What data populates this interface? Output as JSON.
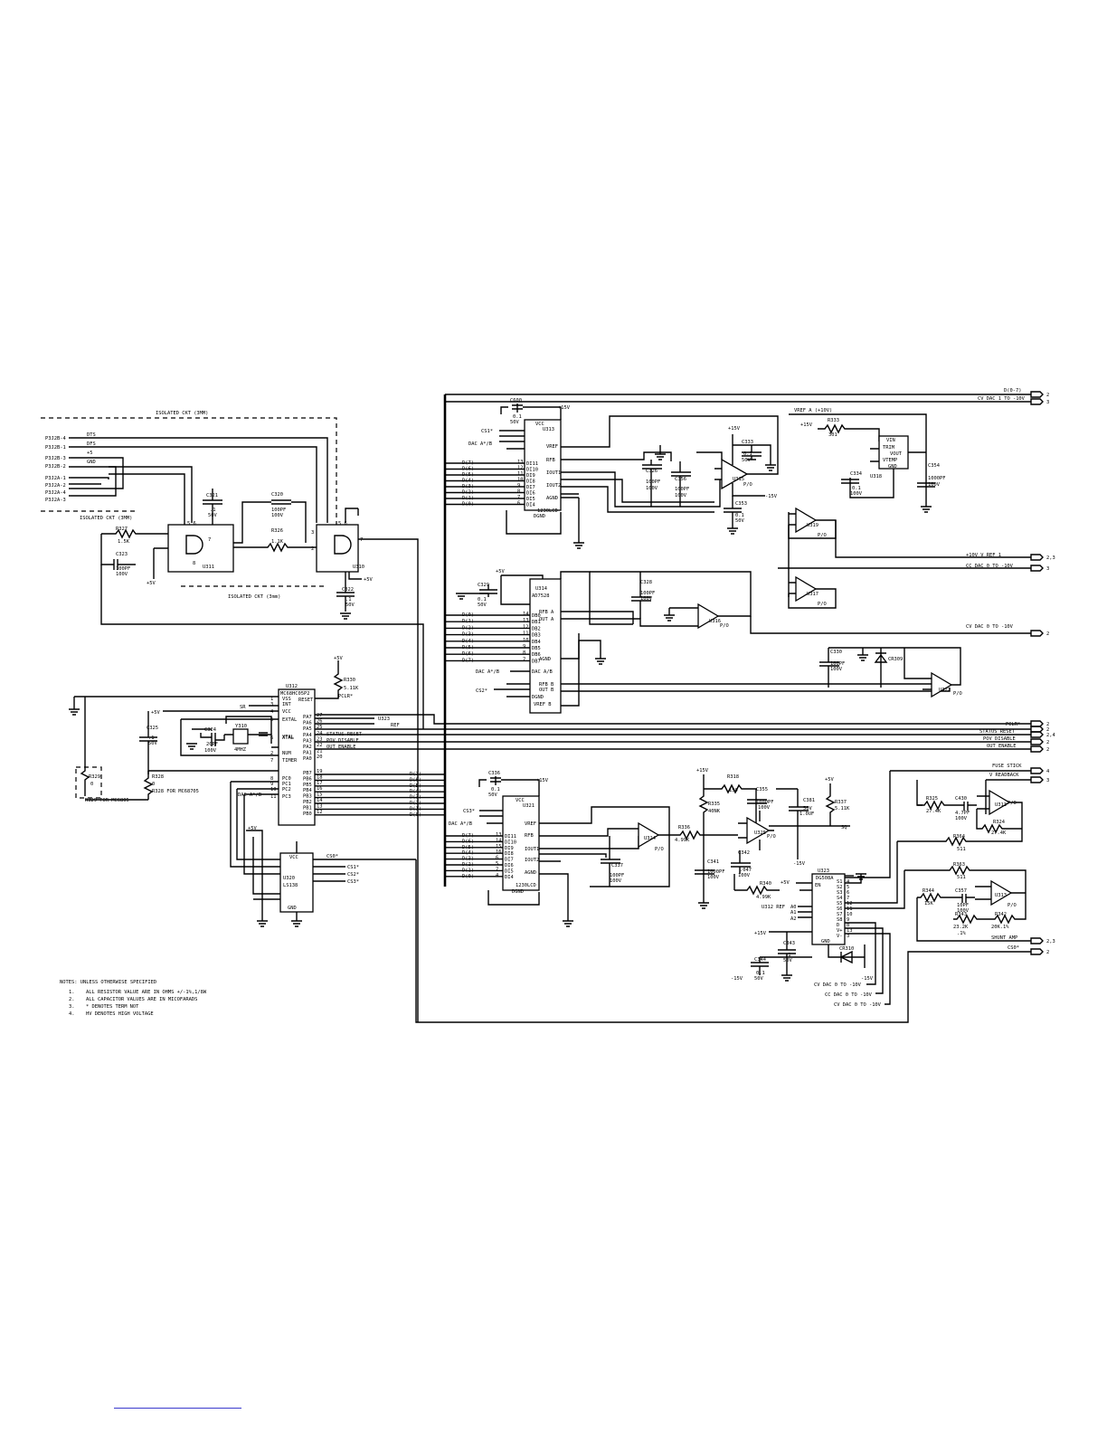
{
  "labels": {
    "isolated_top": "ISOLATED CKT (3MM)",
    "isolated_mid": "ISOLATED CKT (3MM)",
    "isolated_bot": "ISOLATED CKT (3mm)",
    "conn_p3_1": "P3J2B-4",
    "conn_p3_2": "P3J2B-1",
    "conn_p3_3": "P3J2B-3",
    "conn_p3_4": "P3J2B-2",
    "conn_p3_5": "P3J2A-1",
    "conn_p3_6": "P3J2A-2",
    "conn_p3_7": "P3J2A-4",
    "conn_p3_8": "P3J2A-3",
    "sig_dts": "DTS",
    "sig_dfs": "DFS",
    "sig_p5": "+5",
    "sig_gnd": "GND",
    "c321": "C321",
    "c321v": ".1",
    "c321r": "50V",
    "c320": "C320",
    "c320v": "100PF",
    "c320r": "100V",
    "r327": "R327",
    "r327v": "1.5K",
    "c323": "C323",
    "c323v": "100PF",
    "c323r": "100V",
    "r326": "R326",
    "r326v": "1.1K",
    "u311": "U311",
    "u310": "U310",
    "c322": "C322",
    "c322v": ".1",
    "c322r": "50V",
    "p5v": "+5V",
    "u312": "U312",
    "u312p": "MC68HC05P2",
    "reset": "RESET",
    "r330": "R330",
    "r330v": "5.11K",
    "pclr": "PCLR*",
    "sr": "SR",
    "c325": "C325",
    "c325v": ".1",
    "c325r": "50V",
    "c324": "C324",
    "c324v": "20PF",
    "c324r": "100V",
    "y310": "Y310",
    "y310v": "4MHZ",
    "xtal": "XTAL",
    "r329": "R329",
    "r329v": "0",
    "r328": "R328",
    "r328v": "0",
    "r328note": "R328 FOR MC68705",
    "r329note": "R329 FOR MC6805",
    "dac_ab": "DAC A*/B",
    "u320": "U320",
    "u320p": "LS138",
    "cs0": "CS0*",
    "cs1": "CS1*",
    "cs2": "CS2*",
    "cs3": "CS3*",
    "u323ref": "U323",
    "ref": "REF",
    "status_reset": "STATUS RESET",
    "pov_disable": "POV DISABLE",
    "out_enable": "OUT ENABLE",
    "c600": "C600",
    "c600v": "0.1",
    "c600r": "50V",
    "p15v": "+15V",
    "m15v": "-15V",
    "u313": "U313",
    "u313p": "1230LCD",
    "u314": "U314",
    "u314p": "AD7528",
    "u321": "U321",
    "u321p": "1230LCD",
    "c326": "C326",
    "c326v": "100PF",
    "c326r": "100V",
    "c356": "C356",
    "c356v": "100PF",
    "c356r": "100V",
    "c333": "C333",
    "c333v": "0.1",
    "c333r": "50V",
    "c353": "C353",
    "c353v": "0.1",
    "c353r": "50V",
    "u315": "U315",
    "u319": "U319",
    "u317": "U317",
    "u316": "U316",
    "u322": "U322",
    "u318": "U318",
    "u324": "U324",
    "po": "P/O",
    "vref_a": "VREF A (+10V)",
    "r333": "R333",
    "r333v": "301",
    "c334": "C334",
    "c334v": "0.1",
    "c334r": "100V",
    "c354": "C354",
    "c354v": "1000PF",
    "c354r": "100V",
    "d07": "D(0-7)",
    "cv_dac1": "CV DAC 1 TO -10V",
    "vref1": "+10V    V REF 1",
    "cc_dac": "CC DAC 0 TO -10V",
    "cv_dac": "CV DAC 0 TO -10V",
    "c329": "C329",
    "c329v": "0.1",
    "c329r": "50V",
    "c328": "C328",
    "c328v": "100PF",
    "c328r": "100V",
    "c330": "C330",
    "c330v": "100PF",
    "c330r": "100V",
    "cr309": "CR309",
    "c336": "C336",
    "c336v": "0.1",
    "c336r": "50V",
    "c337": "C337",
    "c337v": "100PF",
    "c337r": "100V",
    "r336": "R336",
    "r336v": "4.99K",
    "r335": "R335",
    "r335v": "40NK",
    "r318": "R318",
    "r318v": "150",
    "c355": "C355",
    "c355v": "1000PF",
    "c355r": "100V",
    "c381": "C381",
    "c381v": "50V",
    "c381r": "1.0UF",
    "r337": "R337",
    "r337v": "5.11K",
    "sq": "SQ",
    "c341": "C341",
    "c341v": "1000PF",
    "c341r": "100V",
    "c342": "C342",
    "c342v": ".047",
    "c342r": "100V",
    "r340": "R340",
    "r340v": "4.99K",
    "dg508a": "DG508A",
    "fuse_stick": "FUSE STICK",
    "v_readback": "V READBACK",
    "r325": "R325",
    "r325v": "27.4K",
    "c430": "C430",
    "c430v": "4.7PF",
    "c430r": "100V",
    "r324": "R324",
    "r324v": "27.4K",
    "r364": "R364",
    "r364v": "511",
    "r363": "R363",
    "r363v": "511",
    "r344": "R344",
    "r344v": "15K",
    "c357": "C357",
    "c357v": "10PF",
    "c357r": "100V",
    "r343": "R343",
    "r343v": "23.2K",
    "r343r": ".1%",
    "r342": "R342",
    "r342v": "20K.1%",
    "shunt_amp": "SHUNT AMP",
    "c343": "C343",
    "c343v": ".1",
    "c343r": "50V",
    "c344": "C344",
    "c344v": "0.1",
    "c344r": "50V",
    "cr310": "CR310",
    "cv_dac_b": "CV DAC 0 TO -10V",
    "cc_dac_b": "CC DAC 0 TO -10V",
    "cv_dac_c": "CV DAC 0 TO -10V",
    "m10v": "-10V",
    "uref": "U312 REF",
    "vref_lbl": "VREF",
    "rfb": "RFB",
    "iout1": "IOUT1",
    "iout2": "IOUT2",
    "agnd": "AGND",
    "dgnd": "DGND",
    "vcc": "VCC",
    "data_lines": [
      "D(7)",
      "D(6)",
      "D(5)",
      "D(4)",
      "D(3)",
      "D(2)",
      "D(1)",
      "D(0)"
    ],
    "data_lines_up": [
      "D(0)",
      "D(1)",
      "D(2)",
      "D(3)",
      "D(4)",
      "D(5)",
      "D(6)",
      "D(7)"
    ],
    "port_lines": [
      "D(7)",
      "D(6)",
      "D(5)",
      "D(4)",
      "D(3)",
      "D(2)",
      "D(1)",
      "D(0)"
    ],
    "dac_pins": [
      "DI11",
      "DI10",
      "DI9",
      "DI8",
      "DI7",
      "DI6",
      "DI5",
      "DI4"
    ],
    "u312_left": [
      "VSS",
      "INT",
      "VCC",
      "EXTAL",
      "XTAL",
      "NUM",
      "TIMER",
      "PC0",
      "PC1",
      "PC2",
      "PC3"
    ],
    "u312_right": [
      "PA7",
      "PA6",
      "PA5",
      "PA4",
      "PA3",
      "PA2",
      "PA1",
      "PA0",
      "PB7",
      "PB6",
      "PB5",
      "PB4",
      "PB3",
      "PB2",
      "PB1",
      "PB0"
    ],
    "conn_right": [
      "2",
      "3",
      "2,3",
      "3",
      "2",
      "2",
      "2",
      "2,4",
      "2",
      "4",
      "3",
      "2,3",
      "2"
    ]
  },
  "notes": {
    "header": "NOTES: UNLESS OTHERWISE SPECIFIED",
    "items": [
      {
        "num": "1.",
        "text": "ALL RESISTOR VALUE ARE IN OHMS +/-1%,1/8W"
      },
      {
        "num": "2.",
        "text": "ALL CAPACITOR VALUES ARE IN MICOFARADS"
      },
      {
        "num": "3.",
        "text": "* DENOTES TERM NOT"
      },
      {
        "num": "4.",
        "text": "HV DENOTES HIGH VOLTAGE"
      }
    ]
  }
}
